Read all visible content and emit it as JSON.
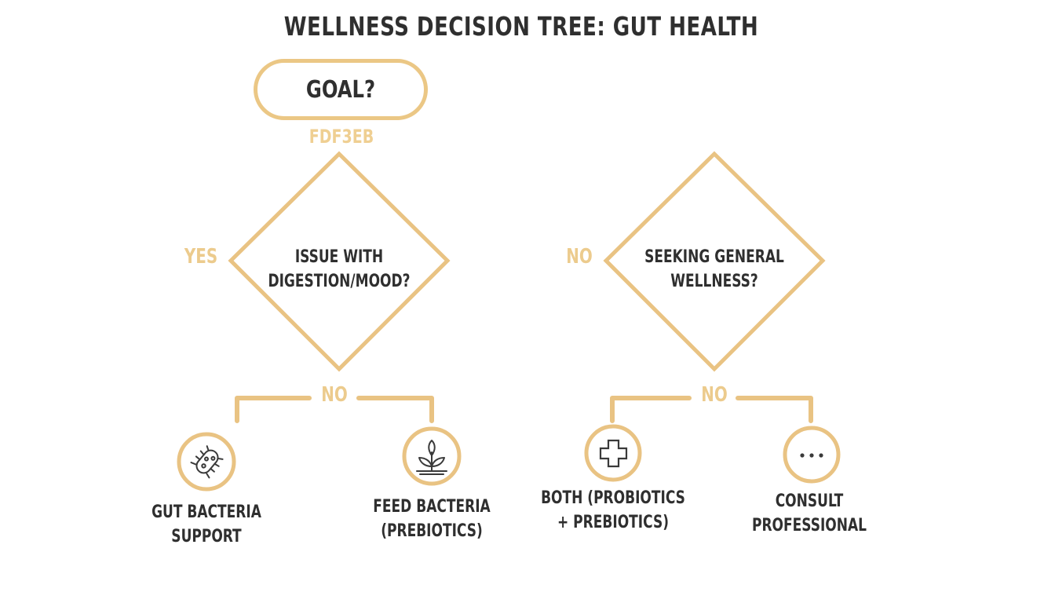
{
  "title": "WELLNESS DECISION TREE: GUT HEALTH",
  "colors": {
    "accent": "#E9C383",
    "accent_light": "#F0D29B",
    "text": "#2F2F2F",
    "background": "#FFFFFF"
  },
  "root": {
    "label": "GOAL?",
    "color_code": "FDF3EB"
  },
  "decisions": [
    {
      "question_line1": "ISSUE WITH",
      "question_line2": "DIGESTION/MOOD?",
      "side_label": "YES",
      "bottom_label": "NO",
      "outcomes": [
        {
          "line1": "GUT BACTERIA",
          "line2": "SUPPORT",
          "icon": "bacteria-icon"
        },
        {
          "line1": "FEED BACTERIA",
          "line2": "(PREBIOTICS)",
          "icon": "plant-icon"
        }
      ]
    },
    {
      "question_line1": "SEEKING GENERAL",
      "question_line2": "WELLNESS?",
      "side_label": "NO",
      "bottom_label": "NO",
      "outcomes": [
        {
          "line1": "BOTH (PROBIOTICS",
          "line2": "+ PREBIOTICS)",
          "icon": "plus-icon"
        },
        {
          "line1": "CONSULT",
          "line2": "PROFESSIONAL",
          "icon": "ellipsis-icon"
        }
      ]
    }
  ]
}
